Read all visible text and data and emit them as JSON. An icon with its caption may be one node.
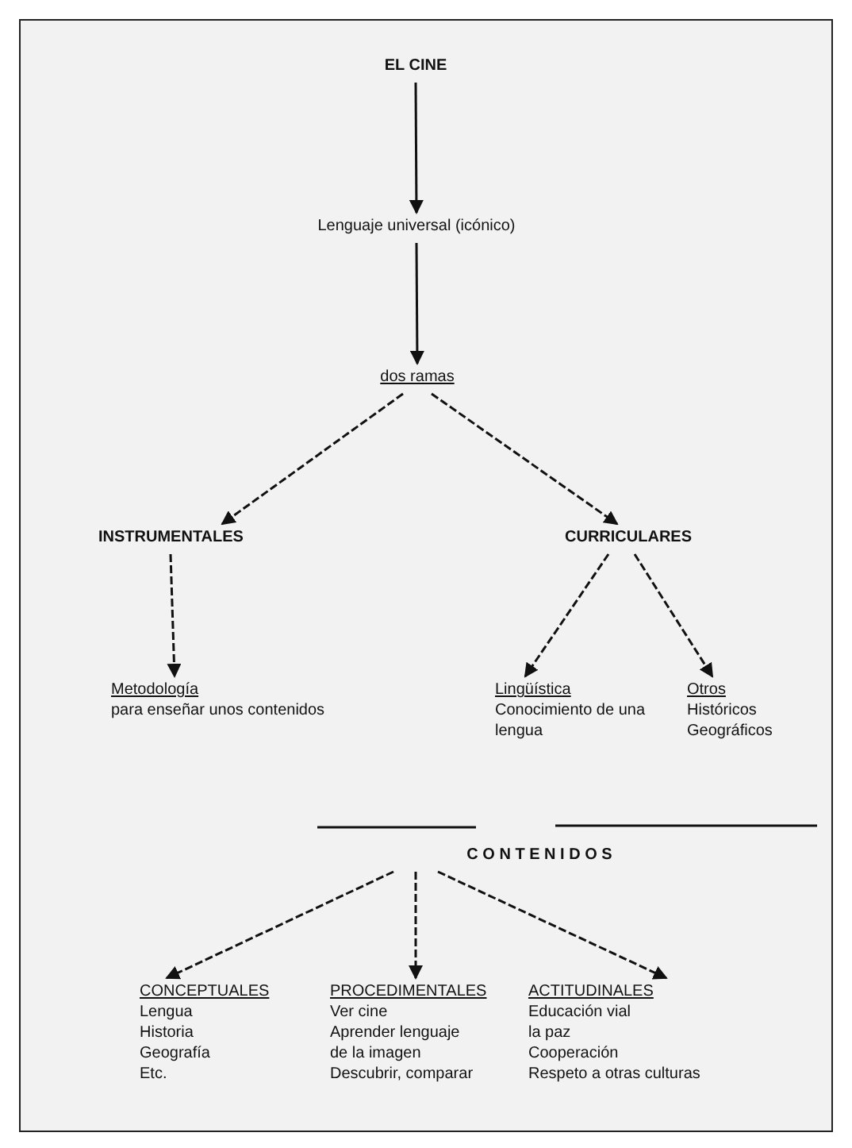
{
  "diagram": {
    "nodes": [
      {
        "text": [
          "EL CINE"
        ]
      },
      {
        "text": [
          "Lenguaje universal (icónico)"
        ]
      },
      {
        "text": [
          "dos ramas"
        ]
      },
      {
        "text": [
          "INSTRUMENTALES"
        ]
      },
      {
        "text": [
          "CURRICULARES"
        ]
      },
      {
        "text": [
          "Metodología",
          "para enseñar unos contenidos"
        ]
      },
      {
        "text": [
          "Lingüística",
          "Conocimiento de una lengua"
        ]
      },
      {
        "text": [
          "Otros",
          "Históricos",
          "Geográficos"
        ]
      },
      {
        "text": [
          "C O N T E N I D O S"
        ]
      },
      {
        "text": [
          "CONCEPTUALES",
          "Lengua",
          "Historia",
          "Geografía",
          "Etc."
        ]
      },
      {
        "text": [
          "PROCEDIMENTALES",
          "Ver cine",
          "Aprender lenguaje",
          "de la imagen",
          "Descubrir, comparar"
        ]
      },
      {
        "text": [
          "ACTITUDINALES",
          "Educación vial",
          "la paz",
          "Cooperación",
          "Respeto a otras culturas"
        ]
      }
    ],
    "edges": [
      {
        "from": 0,
        "to": 1,
        "arrow": "to"
      },
      {
        "from": 1,
        "to": 2,
        "arrow": "to"
      },
      {
        "from": 2,
        "to": 3,
        "arrow": "to",
        "style": "dashed"
      },
      {
        "from": 2,
        "to": 4,
        "arrow": "to",
        "style": "dashed"
      },
      {
        "from": 3,
        "to": 5,
        "arrow": "to",
        "style": "dashed"
      },
      {
        "from": 4,
        "to": 6,
        "arrow": "to",
        "style": "dashed"
      },
      {
        "from": 4,
        "to": 7,
        "arrow": "to",
        "style": "dashed"
      },
      {
        "from": 8,
        "to": 9,
        "arrow": "to",
        "style": "dashed"
      },
      {
        "from": 8,
        "to": 10,
        "arrow": "to",
        "style": "dashed"
      },
      {
        "from": 8,
        "to": 11,
        "arrow": "to",
        "style": "dashed"
      }
    ]
  }
}
